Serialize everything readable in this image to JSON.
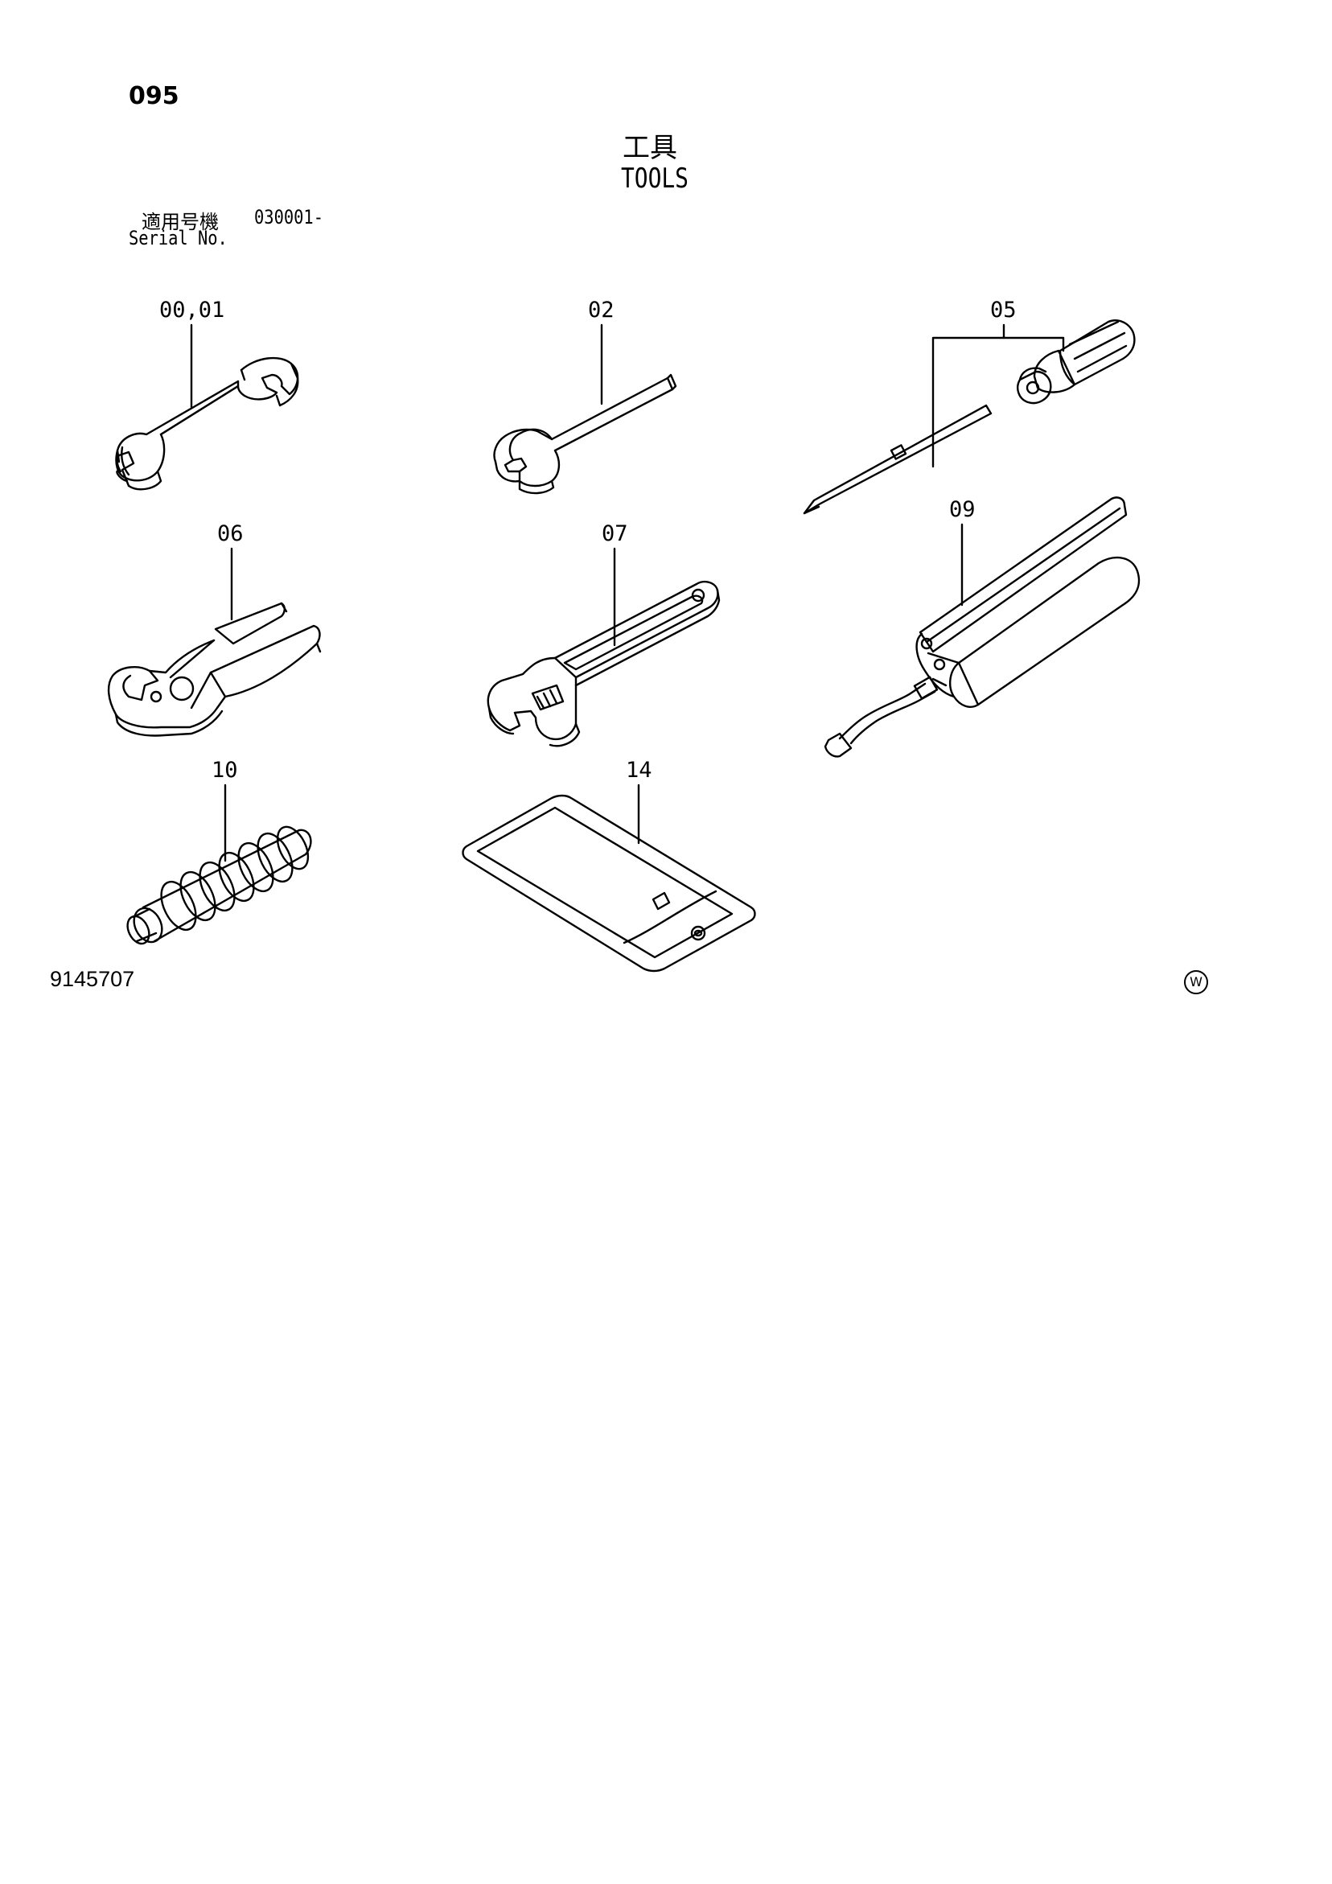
{
  "header": {
    "page_number": "095",
    "title_jp": "工具",
    "title_en": "TOOLS",
    "serial_label_jp": "適用号機",
    "serial_value": "030001-",
    "serial_label_en": "Serial No."
  },
  "callouts": [
    {
      "id": "wrench-00-01",
      "label": "00,01"
    },
    {
      "id": "wrench-02",
      "label": "02"
    },
    {
      "id": "screwdriver-05",
      "label": "05"
    },
    {
      "id": "pliers-06",
      "label": "06"
    },
    {
      "id": "adjustable-wrench-07",
      "label": "07"
    },
    {
      "id": "grease-gun-09",
      "label": "09"
    },
    {
      "id": "grease-10",
      "label": "10"
    },
    {
      "id": "tool-bag-14",
      "label": "14"
    }
  ],
  "footer": {
    "document_number": "9145707",
    "mark": "W"
  },
  "colors": {
    "line": "#000000",
    "background": "#ffffff"
  }
}
